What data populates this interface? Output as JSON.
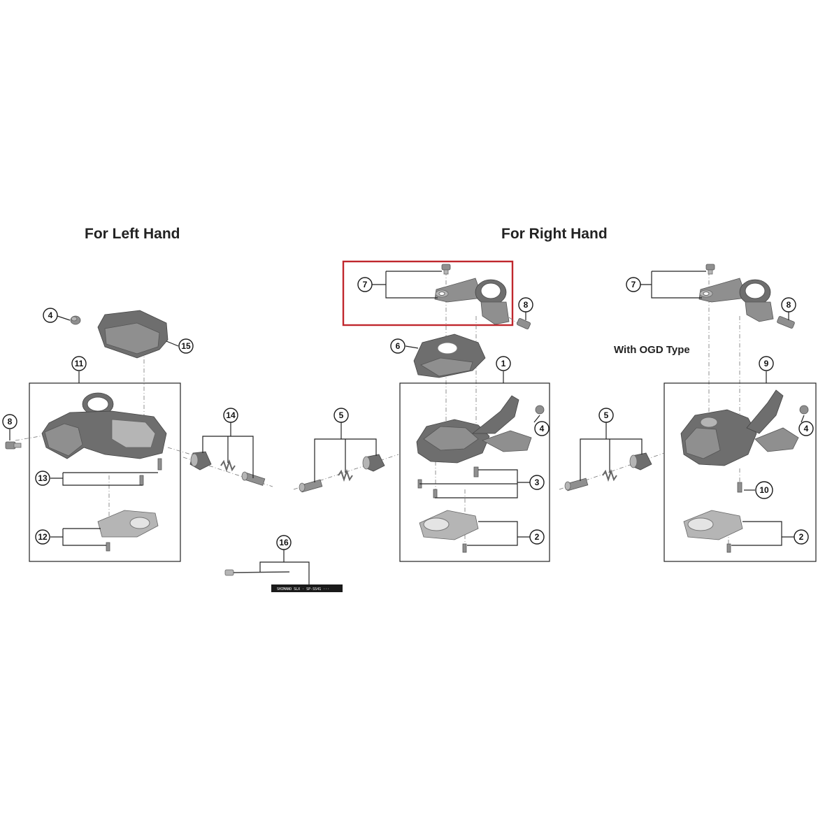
{
  "headings": {
    "left": "For Left Hand",
    "right": "For Right Hand",
    "ogd": "With OGD Type"
  },
  "callouts": {
    "c1": "1",
    "c2a": "2",
    "c2b": "2",
    "c3": "3",
    "c4a": "4",
    "c4b": "4",
    "c4c": "4",
    "c5a": "5",
    "c5b": "5",
    "c6": "6",
    "c7a": "7",
    "c7b": "7",
    "c8a": "8",
    "c8b": "8",
    "c8c": "8",
    "c9": "9",
    "c10": "10",
    "c11": "11",
    "c12": "12",
    "c13": "13",
    "c14": "14",
    "c15": "15",
    "c16": "16"
  },
  "highlight_color": "#c0272d",
  "cable_print": "SHIMANO SLX  ·  SP-SS41 ···"
}
